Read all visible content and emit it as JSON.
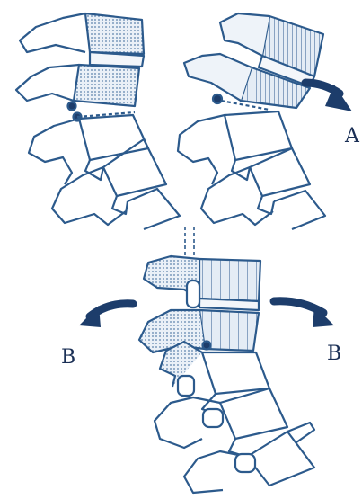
{
  "labels": {
    "a": "A",
    "b_left": "B",
    "b_right": "B"
  },
  "colors": {
    "ink": "#2c5a8c",
    "dark": "#1d3d6b",
    "shade": "#9bb6d3",
    "light": "#d6e2ef"
  }
}
